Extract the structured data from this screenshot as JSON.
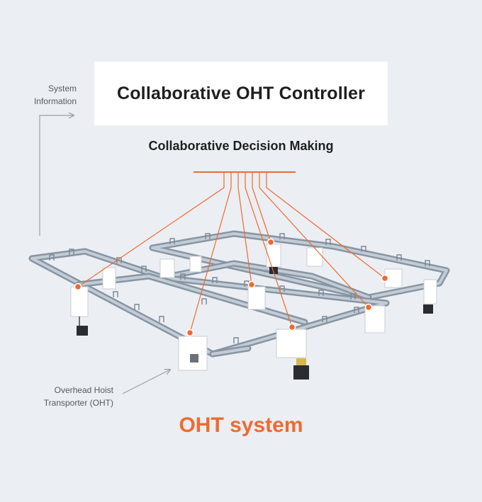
{
  "controller": {
    "title": "Collaborative OHT Controller"
  },
  "decision": {
    "label": "Collaborative Decision Making"
  },
  "system_info": {
    "line1": "System",
    "line2": "Information"
  },
  "oht_label": {
    "line1": "Overhead Hoist",
    "line2": "Transporter (OHT)"
  },
  "system": {
    "title": "OHT system"
  },
  "colors": {
    "accent": "#ee6b2f",
    "background": "#ebeef3",
    "rail": "#9aa8b5",
    "annotation_line": "#9aa0a6"
  }
}
